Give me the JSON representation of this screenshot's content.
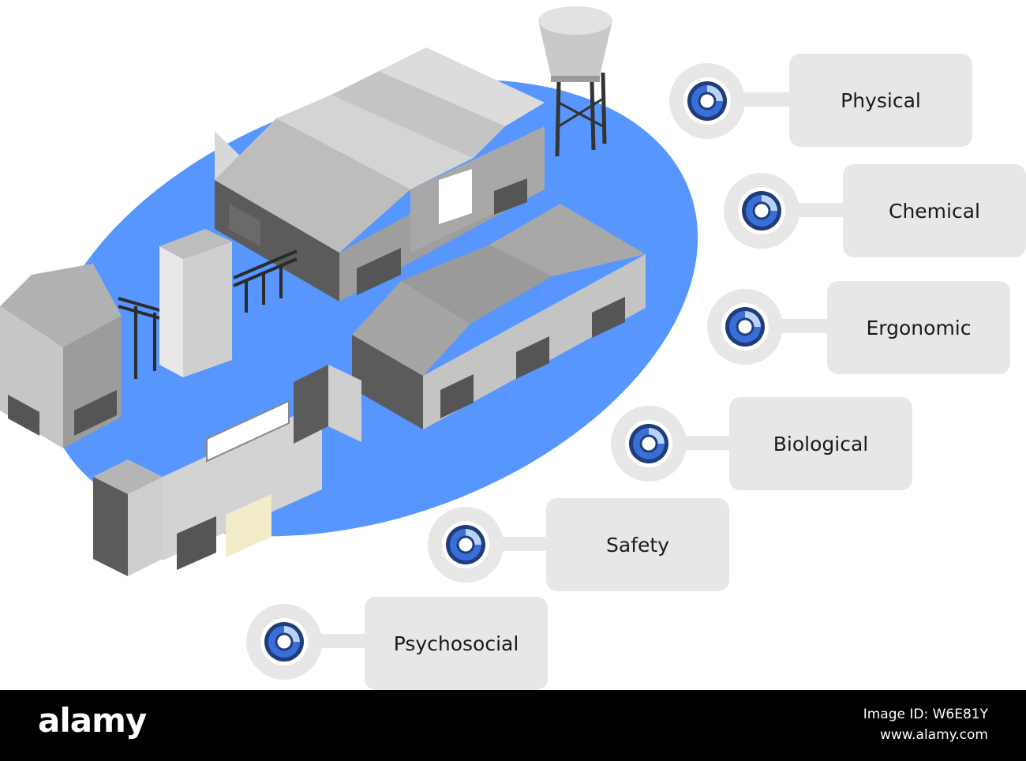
{
  "colors": {
    "ellipse": "#5696fe",
    "box": "#e7e7e7",
    "text": "#1a1a1a",
    "target_dark": "#1f3d7a",
    "target_blue": "#3a6fd8",
    "target_light": "#b8d2fa",
    "footer_bg": "#000000"
  },
  "icons": {
    "hazard_marker": "target-icon",
    "industrial_illustration": "factory-icon"
  },
  "hazards": [
    {
      "label": "Physical"
    },
    {
      "label": "Chemical"
    },
    {
      "label": "Ergonomic"
    },
    {
      "label": "Biological"
    },
    {
      "label": "Safety"
    },
    {
      "label": "Psychosocial"
    }
  ],
  "footer": {
    "logo": "alamy",
    "image_id": "Image ID: W6E81Y",
    "site": "www.alamy.com"
  }
}
